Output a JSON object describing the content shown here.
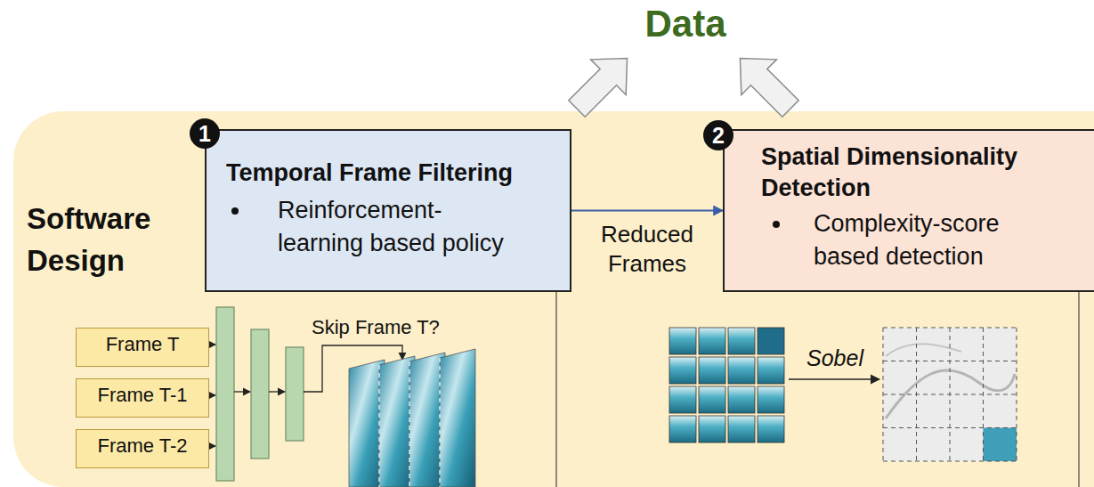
{
  "diagram": {
    "nodes": [
      {
        "text": [
          "Software Design"
        ]
      },
      {
        "text": [
          "Temporal Frame Filtering",
          "Reinforcement-learning based policy"
        ],
        "in": 0
      },
      {
        "text": [
          "Spatial Dimensionality Detection",
          "Complexity-score based detection"
        ],
        "in": 0
      },
      {
        "text": [
          "Frame T"
        ],
        "in": 0
      },
      {
        "text": [
          "Frame T-1"
        ],
        "in": 0
      },
      {
        "text": [
          "Frame T-2"
        ],
        "in": 0
      }
    ],
    "edges": [
      {
        "from": 1,
        "to": 2,
        "arrow": "to",
        "label": "Reduced Frames"
      }
    ],
    "labels": [
      "Data",
      "1",
      "2",
      "Skip Frame T?",
      "Sobel"
    ]
  }
}
